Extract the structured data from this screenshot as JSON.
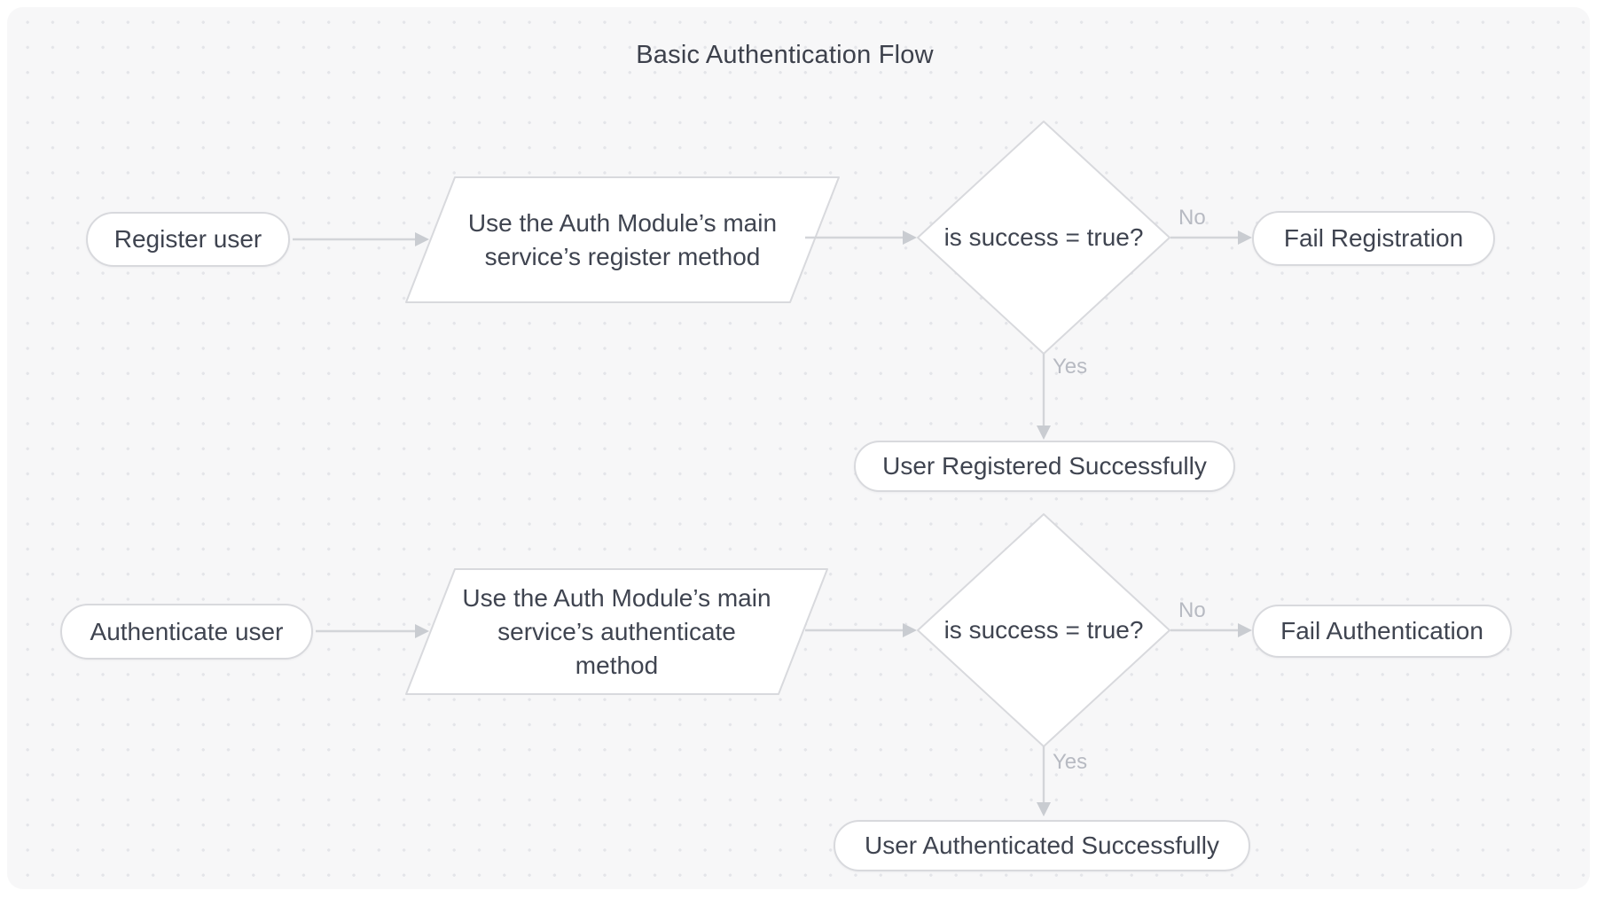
{
  "diagram": {
    "title": "Basic Authentication Flow",
    "colors": {
      "canvas_background": "#f7f7f8",
      "grid_dot": "#e4e5e9",
      "node_fill": "#ffffff",
      "node_border": "#d8d9dd",
      "node_text": "#3f4450",
      "edge_line": "#d3d5d9",
      "edge_label_text": "#b7bac2"
    },
    "flows": [
      {
        "name": "registration",
        "start": "Register user",
        "process_lines": [
          "Use the Auth Module’s main",
          "service’s register method"
        ],
        "decision": "is success = true?",
        "edge_no": "No",
        "edge_yes": "Yes",
        "fail": "Fail Registration",
        "success": "User Registered Successfully"
      },
      {
        "name": "authentication",
        "start": "Authenticate user",
        "process_lines": [
          "Use the Auth Module’s main",
          "service’s authenticate",
          "method"
        ],
        "decision": "is success = true?",
        "edge_no": "No",
        "edge_yes": "Yes",
        "fail": "Fail Authentication",
        "success": "User Authenticated Successfully"
      }
    ]
  }
}
